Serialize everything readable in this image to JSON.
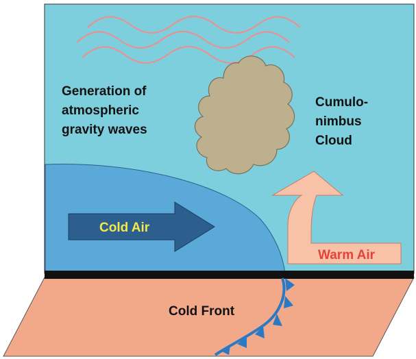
{
  "labels": {
    "gravity_waves": [
      "Generation of",
      "atmospheric",
      "gravity waves"
    ],
    "cloud": [
      "Cumulo-",
      "nimbus",
      "Cloud"
    ],
    "cold_air": "Cold Air",
    "warm_air": "Warm Air",
    "cold_front": "Cold Front"
  },
  "colors": {
    "sky": "#7ECFDD",
    "cold_air_mass": "#5AA9D8",
    "cold_air_arrow": "#2C5F8E",
    "cold_air_label": "#F3E94A",
    "warm_air_arrow": "#F7C2A8",
    "warm_air_label": "#E5423A",
    "ground": "#F2A98A",
    "ground_edge": "#111111",
    "cloud": "#BDB08F",
    "waves": "#E79292",
    "front_line": "#2A79C4"
  }
}
